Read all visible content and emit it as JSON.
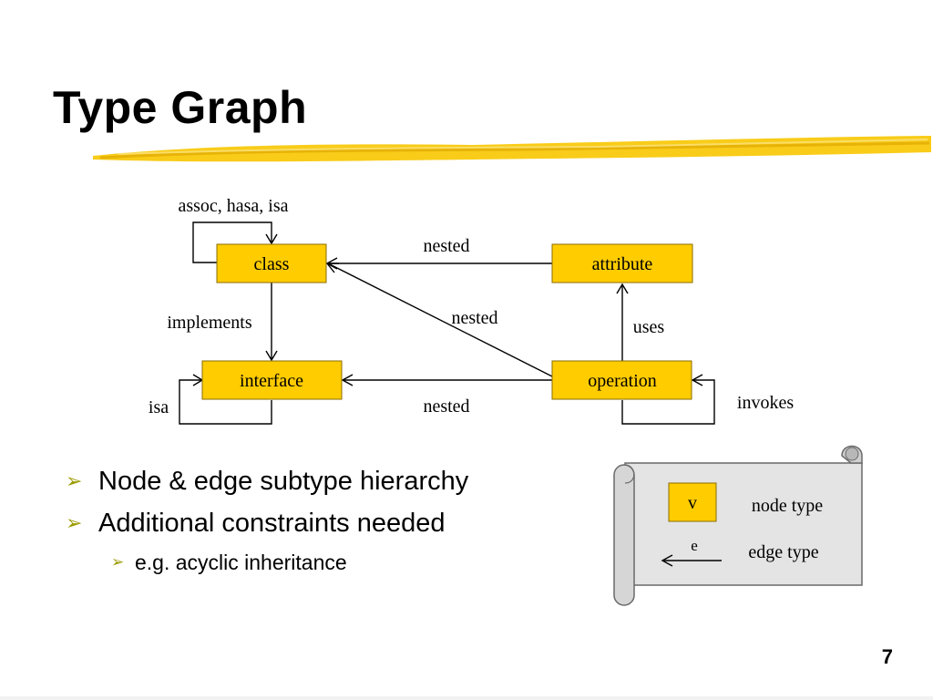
{
  "title": "Type Graph",
  "colors": {
    "node_fill": "#ffcc00",
    "brush": "#f7c600",
    "scroll": "#e4e4e4",
    "bullet": "#9a9a00"
  },
  "diagram": {
    "nodes": {
      "class": "class",
      "attribute": "attribute",
      "interface": "interface",
      "operation": "operation"
    },
    "edges": {
      "class_self": "assoc, hasa, isa",
      "attribute_class": "nested",
      "operation_class": "nested",
      "class_interface": "implements",
      "operation_attribute": "uses",
      "operation_interface": "nested",
      "interface_self": "isa",
      "operation_self": "invokes"
    }
  },
  "bullets": [
    {
      "level": 1,
      "text": "Node & edge subtype hierarchy"
    },
    {
      "level": 1,
      "text": "Additional constraints needed"
    },
    {
      "level": 2,
      "text": "e.g. acyclic inheritance"
    }
  ],
  "legend": {
    "node_symbol": "v",
    "node_label": "node type",
    "edge_symbol": "e",
    "edge_label": "edge type"
  },
  "page_number": "7"
}
